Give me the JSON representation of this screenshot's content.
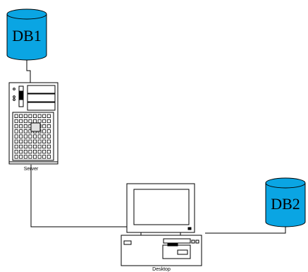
{
  "diagram": {
    "nodes": {
      "db1": {
        "label": "DB1",
        "icon": "database-cylinder-icon",
        "fill": "#0aa5e3"
      },
      "db2": {
        "label": "DB2",
        "icon": "database-cylinder-icon",
        "fill": "#0aa5e3"
      },
      "server": {
        "label": "Server",
        "icon": "server-tower-icon"
      },
      "desktop": {
        "label": "Desktop",
        "icon": "desktop-computer-icon"
      }
    },
    "edges": [
      {
        "from": "db1",
        "to": "server"
      },
      {
        "from": "server",
        "to": "desktop"
      },
      {
        "from": "desktop",
        "to": "db2"
      }
    ]
  }
}
